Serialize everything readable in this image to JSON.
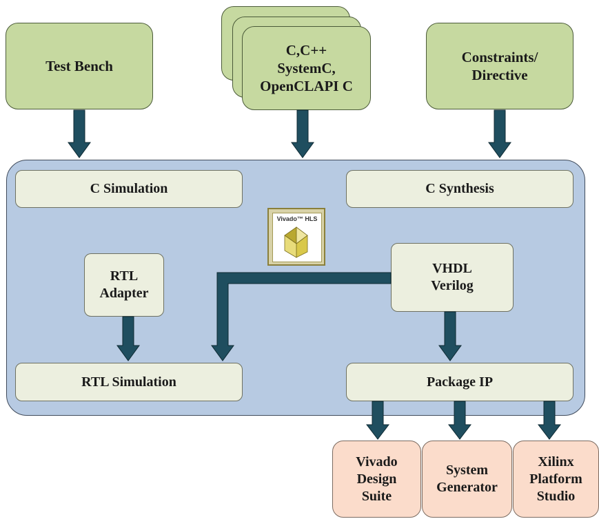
{
  "colors": {
    "input_fill": "#c6d9a0",
    "panel_fill": "#b7cae2",
    "inner_fill": "#ecefdf",
    "output_fill": "#fbdccb",
    "arrow": "#1f4e5f",
    "logo_gold": "#c9b43c"
  },
  "inputs": {
    "test_bench": "Test Bench",
    "source": [
      "C,C++",
      "SystemC,",
      "OpenCLAPI C"
    ],
    "constraints": [
      "Constraints/",
      "Directive"
    ]
  },
  "panel": {
    "c_simulation": "C Simulation",
    "c_synthesis": "C Synthesis",
    "rtl_adapter": [
      "RTL",
      "Adapter"
    ],
    "hdl": [
      "VHDL",
      "Verilog"
    ],
    "rtl_simulation": "RTL Simulation",
    "package_ip": "Package IP",
    "logo": {
      "text": "Vivado™ HLS",
      "icon": "vivado-hls-logo-icon"
    }
  },
  "outputs": {
    "vivado_design_suite": [
      "Vivado",
      "Design",
      "Suite"
    ],
    "system_generator": [
      "System",
      "Generator"
    ],
    "xilinx_platform_studio": [
      "Xilinx",
      "Platform",
      "Studio"
    ]
  }
}
